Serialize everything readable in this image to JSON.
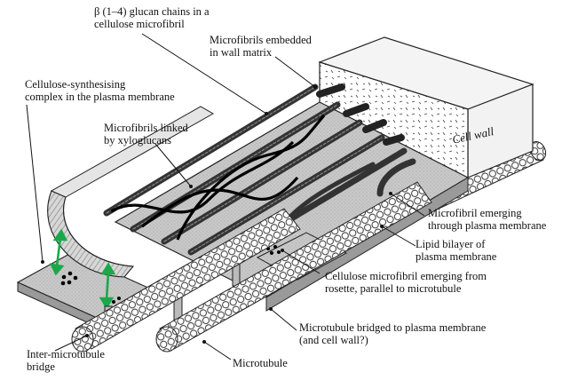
{
  "labels": {
    "glucan_chains": [
      "β (1–4) glucan chains in a",
      "cellulose microfibril"
    ],
    "embedded": [
      "Microfibrils embedded",
      "in wall matrix"
    ],
    "synthesising": [
      "Cellulose-synthesising",
      "complex in the plasma membrane"
    ],
    "xyloglucans": [
      "Microfibrils linked",
      "by xyloglucans"
    ],
    "cell_wall": "Cell wall",
    "emerging": [
      "Microfibril emerging",
      "through plasma membrane"
    ],
    "lipid": [
      "Lipid bilayer of",
      "plasma membrane"
    ],
    "rosette": [
      "Cellulose microfibril emerging from",
      "rosette, parallel to microtubule"
    ],
    "bridged": [
      "Microtubule bridged to plasma membrane",
      "(and cell wall?)"
    ],
    "inter": [
      "Inter-microtubule",
      "bridge"
    ],
    "microtubule": "Microtubule"
  },
  "colors": {
    "arrow_green": "#1aa84a",
    "line": "#111111",
    "membrane_gray": "#c8c8c8"
  }
}
